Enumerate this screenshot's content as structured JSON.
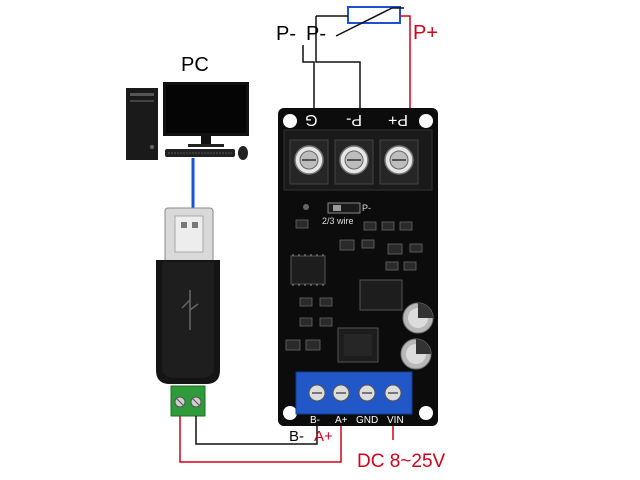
{
  "labels": {
    "pc": "PC",
    "p_minus_1": "P-",
    "p_minus_2": "P-",
    "p_plus": "P+",
    "pad_g": "G",
    "pad_p_minus": "P-",
    "pad_p_plus": "P+",
    "jumper": "2/3 wire",
    "jumper_p": "P-",
    "b_minus_silk": "B-",
    "a_plus_silk": "A+",
    "gnd_silk": "GND",
    "vin_silk": "VIN",
    "b_minus_side": "B-",
    "a_plus_side": "A+",
    "dc_supply": "DC 8~25V"
  },
  "colors": {
    "wire_red": "#d0021b",
    "wire_black": "#111111",
    "wire_blue": "#1f4fd8",
    "pcb": "#111111",
    "terminal_blue": "#2157c6",
    "terminal_green": "#2e9a3a",
    "resistor_box": "#1f4fd8"
  },
  "icons": [
    "computer-tower-icon",
    "monitor-icon",
    "keyboard-icon",
    "mouse-icon",
    "usb-adapter-icon",
    "rtd-resistor-icon",
    "screw-terminal-icon"
  ]
}
